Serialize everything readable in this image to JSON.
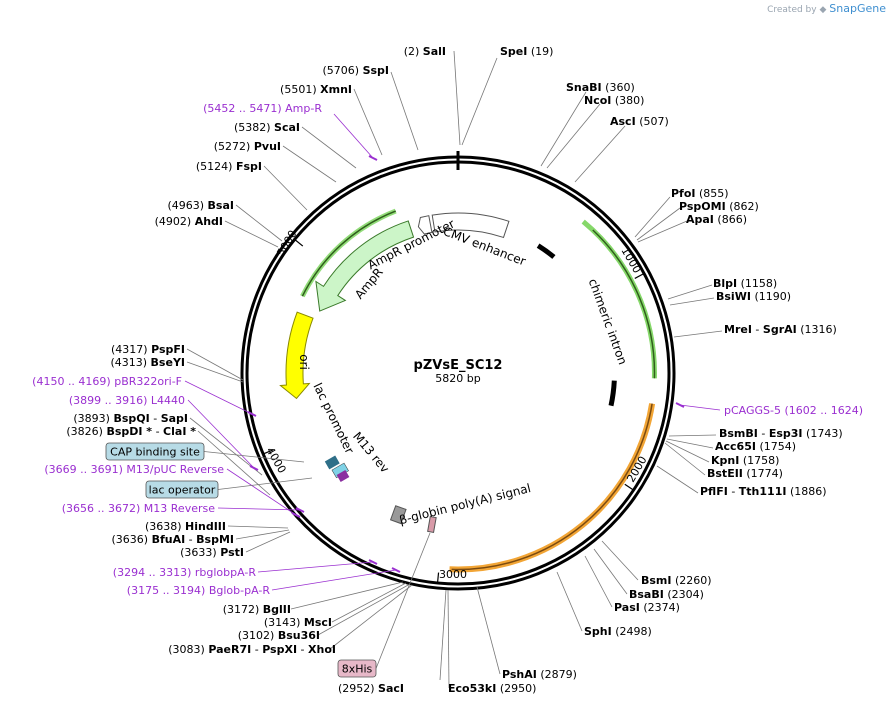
{
  "watermark": {
    "created_by": "Created by",
    "brand": "SnapGene"
  },
  "plasmid": {
    "name": "pZVsE_SC12",
    "size": "5820 bp",
    "length_bp": 5820
  },
  "tick_labels": {
    "t1000": "1000",
    "t2000": "2000",
    "t3000": "3000",
    "t4000": "4000",
    "t5000": "5000"
  },
  "features": {
    "amp_r": "AmpR",
    "ampr_promoter": "AmpR promoter",
    "cmv_enhancer": "CMV enhancer",
    "chimeric_intron": "chimeric intron",
    "ori": "ori",
    "lac_promoter": "lac promoter",
    "m13_rev": "M13 rev",
    "bglobin_polya": "β-globin poly(A) signal"
  },
  "colors": {
    "primer": "#9a2fd0",
    "amp_r_fill": "#ccf5c8",
    "ori_fill": "#ffff00",
    "orange_track": "#f2a535",
    "green_track": "#86d86a",
    "label_box": "#b7dbe6",
    "his_box": "#e7b8c8"
  },
  "sites": [
    {
      "id": "sali",
      "pos": "(2)",
      "name": "SalI"
    },
    {
      "id": "spei",
      "name": "SpeI",
      "pos": "(19)"
    },
    {
      "id": "snabi",
      "name": "SnaBI",
      "pos": "(360)"
    },
    {
      "id": "ncoi",
      "name": "NcoI",
      "pos": "(380)"
    },
    {
      "id": "asci",
      "name": "AscI",
      "pos": "(507)"
    },
    {
      "id": "pfoi",
      "name": "PfoI",
      "pos": "(855)"
    },
    {
      "id": "pspomi",
      "name": "PspOMI",
      "pos": "(862)"
    },
    {
      "id": "apai",
      "name": "ApaI",
      "pos": "(866)"
    },
    {
      "id": "blpi",
      "name": "BlpI",
      "pos": "(1158)"
    },
    {
      "id": "bsiwi",
      "name": "BsiWI",
      "pos": "(1190)"
    },
    {
      "id": "mrei",
      "name": "MreI",
      "sep": " - ",
      "name2": "SgrAI",
      "pos": "(1316)"
    },
    {
      "id": "pcaggs5",
      "name": "pCAGGS-5",
      "pos": "(1602 .. 1624)",
      "primer": true
    },
    {
      "id": "bsmbi",
      "name": "BsmBI",
      "sep": " - ",
      "name2": "Esp3I",
      "pos": "(1743)"
    },
    {
      "id": "acc65i",
      "name": "Acc65I",
      "pos": "(1754)"
    },
    {
      "id": "kpni",
      "name": "KpnI",
      "pos": "(1758)"
    },
    {
      "id": "bsteii",
      "name": "BstEII",
      "pos": "(1774)"
    },
    {
      "id": "pflfi",
      "name": "PflFI",
      "sep": " - ",
      "name2": "Tth111I",
      "pos": "(1886)"
    },
    {
      "id": "bsmi",
      "name": "BsmI",
      "pos": "(2260)"
    },
    {
      "id": "bsabi",
      "name": "BsaBI",
      "pos": "(2304)"
    },
    {
      "id": "pasi",
      "name": "PasI",
      "pos": "(2374)"
    },
    {
      "id": "sphi",
      "name": "SphI",
      "pos": "(2498)"
    },
    {
      "id": "pshai",
      "name": "PshAI",
      "pos": "(2879)"
    },
    {
      "id": "eco53ki",
      "name": "Eco53kI",
      "pos": "(2950)"
    },
    {
      "id": "saci",
      "pos": "(2952)",
      "name": "SacI"
    },
    {
      "id": "paer7i",
      "pos": "(3083)",
      "name": "PaeR7I",
      "sep": " - ",
      "name2": "PspXI",
      "sep2": " - ",
      "name3": "XhoI"
    },
    {
      "id": "bsu36i",
      "pos": "(3102)",
      "name": "Bsu36I"
    },
    {
      "id": "msci",
      "pos": "(3143)",
      "name": "MscI"
    },
    {
      "id": "bglii",
      "pos": "(3172)",
      "name": "BglII"
    },
    {
      "id": "bglob-pa-r",
      "pos": "(3175 .. 3194)",
      "name": "Bglob-pA-R",
      "primer": true
    },
    {
      "id": "rbglobpa-r",
      "pos": "(3294 .. 3313)",
      "name": "rbglobpA-R",
      "primer": true
    },
    {
      "id": "psti",
      "pos": "(3633)",
      "name": "PstI"
    },
    {
      "id": "bfuai",
      "pos": "(3636)",
      "name": "BfuAI",
      "sep": " - ",
      "name2": "BspMI"
    },
    {
      "id": "hindiii",
      "pos": "(3638)",
      "name": "HindIII"
    },
    {
      "id": "m13-reverse",
      "pos": "(3656 .. 3672)",
      "name": "M13 Reverse",
      "primer": true
    },
    {
      "id": "m13-puc-reverse",
      "pos": "(3669 .. 3691)",
      "name": "M13/pUC Reverse",
      "primer": true
    },
    {
      "id": "bspdi",
      "pos": "(3826)",
      "name": "BspDI *",
      "sep": " - ",
      "name2": "ClaI *"
    },
    {
      "id": "bspqi",
      "pos": "(3893)",
      "name": "BspQI",
      "sep": " - ",
      "name2": "SapI"
    },
    {
      "id": "l4440",
      "pos": "(3899 .. 3916)",
      "name": "L4440",
      "primer": true
    },
    {
      "id": "pbr322ori-f",
      "pos": "(4150 .. 4169)",
      "name": "pBR322ori-F",
      "primer": true
    },
    {
      "id": "bseyi",
      "pos": "(4313)",
      "name": "BseYI"
    },
    {
      "id": "pspfi",
      "pos": "(4317)",
      "name": "PspFI"
    },
    {
      "id": "ahdi",
      "pos": "(4902)",
      "name": "AhdI"
    },
    {
      "id": "bsai",
      "pos": "(4963)",
      "name": "BsaI"
    },
    {
      "id": "fspi",
      "pos": "(5124)",
      "name": "FspI"
    },
    {
      "id": "pvui",
      "pos": "(5272)",
      "name": "PvuI"
    },
    {
      "id": "scai",
      "pos": "(5382)",
      "name": "ScaI"
    },
    {
      "id": "amp-r-primer",
      "pos": "(5452 .. 5471)",
      "name": "Amp-R",
      "primer": true
    },
    {
      "id": "xmni",
      "pos": "(5501)",
      "name": "XmnI"
    },
    {
      "id": "sspi",
      "pos": "(5706)",
      "name": "SspI"
    }
  ],
  "boxes": [
    {
      "id": "cap-binding-site",
      "text": "CAP binding site"
    },
    {
      "id": "lac-operator",
      "text": "lac operator"
    },
    {
      "id": "8xhis",
      "text": "8xHis"
    }
  ]
}
